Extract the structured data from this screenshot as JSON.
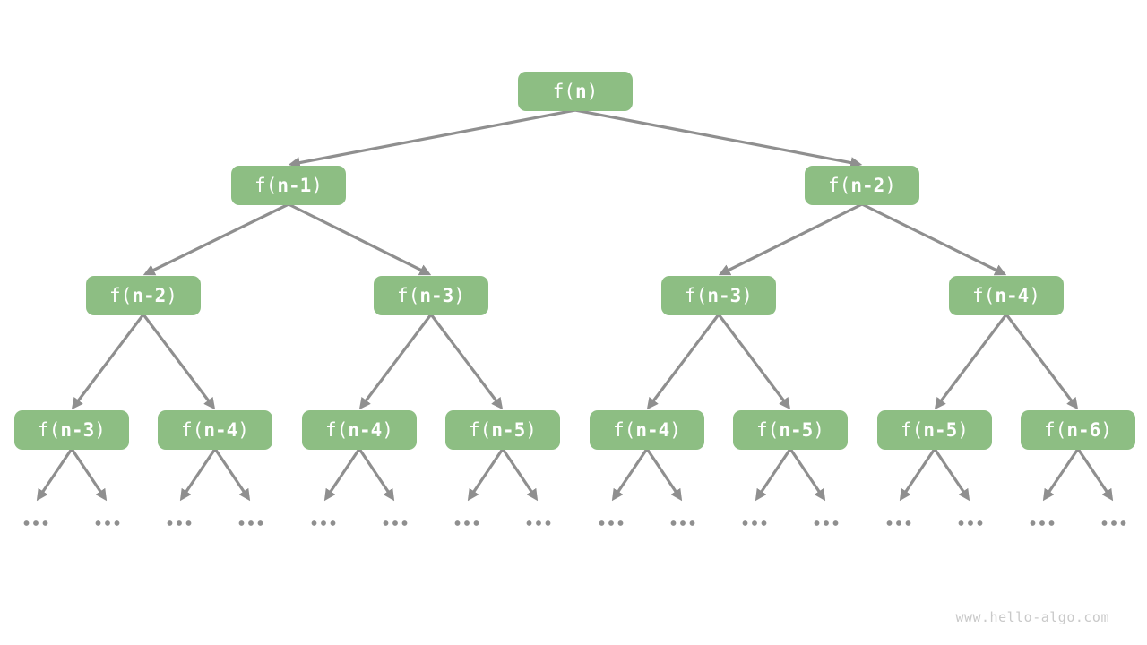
{
  "diagram": {
    "type": "recursion-tree",
    "watermark": "www.hello-algo.com",
    "ellipsis": "...",
    "colors": {
      "background": "#FFFFFF",
      "node_fill": "#8DBE83",
      "node_text": "#FFFFFF",
      "edge": "#8F8F8F",
      "ellipsis_dot": "#8F8F8F",
      "watermark_text": "#C9C9C9"
    },
    "nodes": [
      {
        "id": "root",
        "level": 0,
        "label": "f(n)",
        "parent": null
      },
      {
        "id": "L",
        "level": 1,
        "label": "f(n-1)",
        "parent": "root"
      },
      {
        "id": "R",
        "level": 1,
        "label": "f(n-2)",
        "parent": "root"
      },
      {
        "id": "LL",
        "level": 2,
        "label": "f(n-2)",
        "parent": "L"
      },
      {
        "id": "LR",
        "level": 2,
        "label": "f(n-3)",
        "parent": "L"
      },
      {
        "id": "RL",
        "level": 2,
        "label": "f(n-3)",
        "parent": "R"
      },
      {
        "id": "RR",
        "level": 2,
        "label": "f(n-4)",
        "parent": "R"
      },
      {
        "id": "LLL",
        "level": 3,
        "label": "f(n-3)",
        "parent": "LL"
      },
      {
        "id": "LLR",
        "level": 3,
        "label": "f(n-4)",
        "parent": "LL"
      },
      {
        "id": "LRL",
        "level": 3,
        "label": "f(n-4)",
        "parent": "LR"
      },
      {
        "id": "LRR",
        "level": 3,
        "label": "f(n-5)",
        "parent": "LR"
      },
      {
        "id": "RLL",
        "level": 3,
        "label": "f(n-4)",
        "parent": "RL"
      },
      {
        "id": "RLR",
        "level": 3,
        "label": "f(n-5)",
        "parent": "RL"
      },
      {
        "id": "RRL",
        "level": 3,
        "label": "f(n-5)",
        "parent": "RR"
      },
      {
        "id": "RRR",
        "level": 3,
        "label": "f(n-6)",
        "parent": "RR"
      }
    ]
  }
}
